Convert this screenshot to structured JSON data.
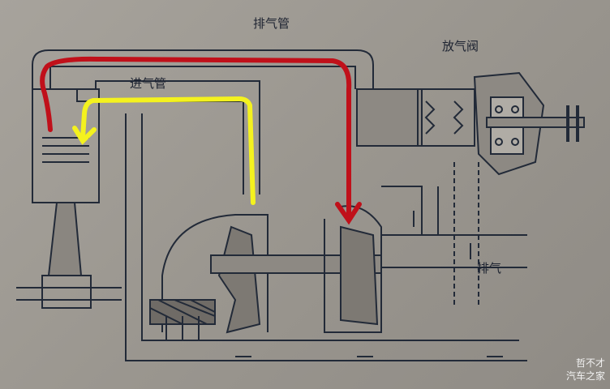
{
  "labels": {
    "exhaust_pipe": "排气管",
    "wastegate": "放气阀",
    "intake_pipe": "进气管",
    "exhaust": "排气"
  },
  "watermark": [
    "哲不才",
    "汽车之家"
  ],
  "colors": {
    "exhaust_flow": "#c0101a",
    "intake_flow": "#f4f21e",
    "line": "#222a38"
  }
}
